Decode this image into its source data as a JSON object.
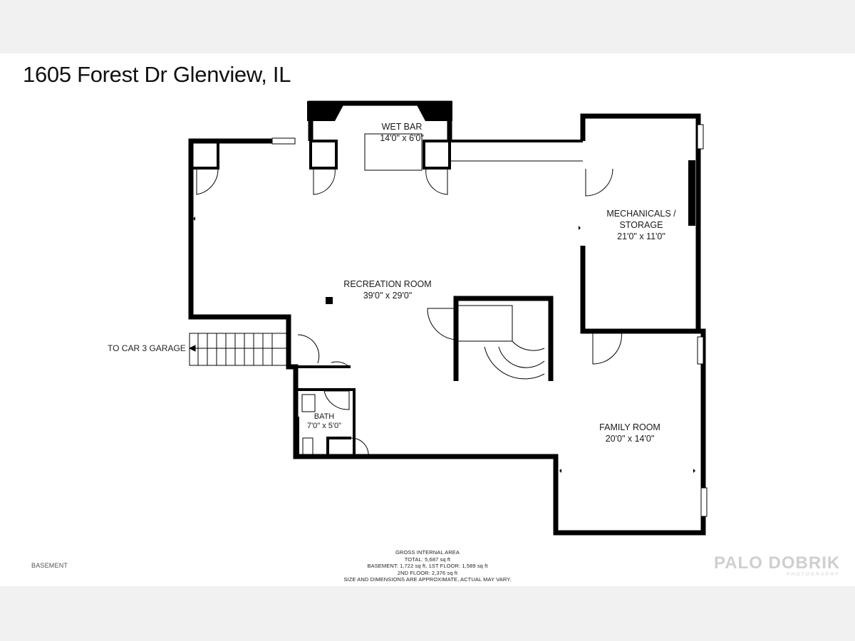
{
  "title": "1605 Forest Dr Glenview, IL",
  "rooms": {
    "wet_bar": {
      "name": "WET BAR",
      "dims": "14'0\" x 6'0\""
    },
    "mechanicals": {
      "name_line1": "MECHANICALS /",
      "name_line2": "STORAGE",
      "dims": "21'0\" x 11'0\""
    },
    "recreation": {
      "name": "RECREATION ROOM",
      "dims": "39'0\" x 29'0\""
    },
    "bath": {
      "name": "BATH",
      "dims": "7'0\" x 5'0\""
    },
    "family": {
      "name": "FAMILY ROOM",
      "dims": "20'0\" x 14'0\""
    }
  },
  "garage_label": "TO CAR 3 GARAGE",
  "floor_label": "BASEMENT",
  "area": {
    "heading": "GROSS INTERNAL AREA",
    "total": "TOTAL: 5,687 sq ft",
    "line2": "BASEMENT: 1,722 sq ft, 1ST FLOOR: 1,589 sq ft",
    "line3": "2ND FLOOR: 2,376 sq ft",
    "disclaimer": "SIZE AND DIMENSIONS ARE APPROXIMATE, ACTUAL MAY VARY."
  },
  "logo": {
    "brand": "PALO DOBRIK",
    "sub": "PHOTOGRAPHY"
  },
  "colors": {
    "wall": "#000000",
    "background": "#ffffff",
    "margin": "#f1f1f1",
    "logo": "#cfcfcf"
  }
}
